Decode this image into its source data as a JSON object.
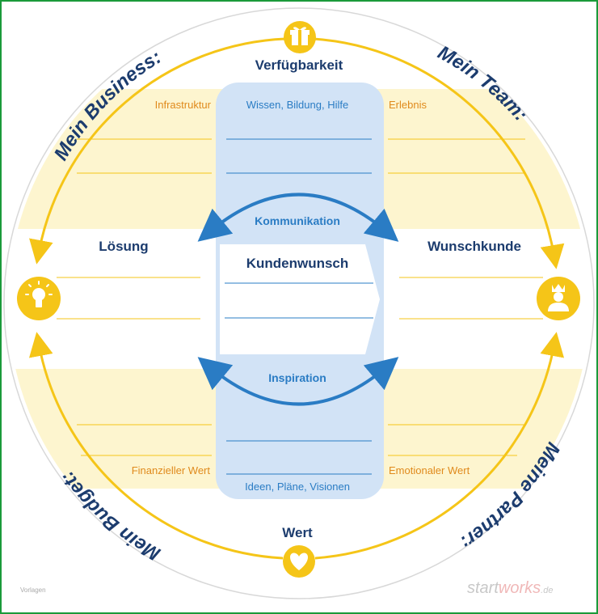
{
  "labels": {
    "top": "Verfügbarkeit",
    "bottom": "Wert",
    "left": "Lösung",
    "right": "Wunschkunde",
    "center": "Kundenwunsch",
    "communication": "Kommunikation",
    "inspiration": "Inspiration"
  },
  "fields": {
    "top_left": "Infrastruktur",
    "top_center": "Wissen, Bildung, Hilfe",
    "top_right": "Erlebnis",
    "bottom_left": "Finanzieller Wert",
    "bottom_center": "Ideen, Pläne, Visionen",
    "bottom_right": "Emotionaler Wert"
  },
  "arc_labels": {
    "top_left": "Mein Business:",
    "top_right": "Mein Team:",
    "bottom_left": "Mein Budget:",
    "bottom_right": "Meine Partner:"
  },
  "footer": {
    "small": "Vorlagen",
    "brand_a": "start",
    "brand_b": "works",
    "brand_c": ".de"
  },
  "icons": {
    "top": "gift-icon",
    "bottom": "heart-icon",
    "left": "lightbulb-icon",
    "right": "crowned-person-icon"
  },
  "colors": {
    "yellow": "#f5c518",
    "yellow_light": "#fdf5cf",
    "blue_panel": "#d2e3f6",
    "blue_arrow": "#2a7cc4",
    "navy": "#1c3c6e",
    "orange": "#e08a1c",
    "green_border": "#1a9a3a"
  }
}
